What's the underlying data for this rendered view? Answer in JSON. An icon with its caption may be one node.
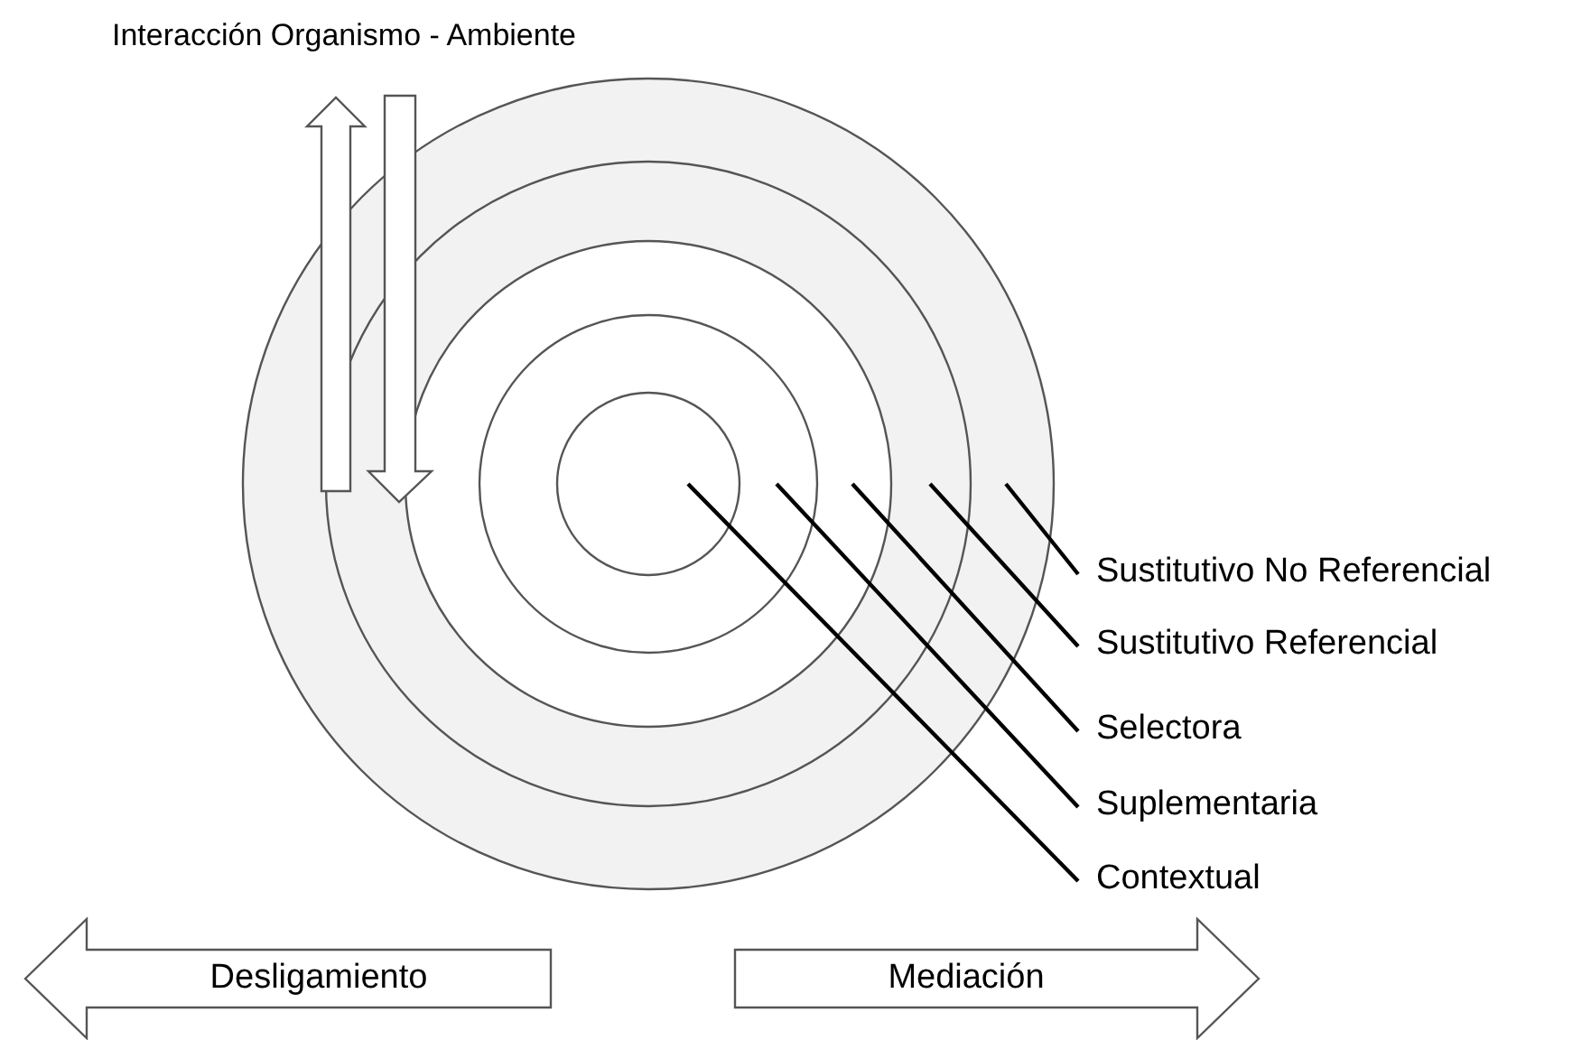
{
  "diagram": {
    "title": "Interacción Organismo - Ambiente",
    "nodes": [
      {
        "text": [],
        "shape": "circle"
      },
      {
        "text": [],
        "shape": "circle",
        "in": 0
      },
      {
        "text": [],
        "shape": "circle",
        "in": 1
      },
      {
        "text": [],
        "shape": "circle",
        "in": 2
      },
      {
        "text": [],
        "shape": "circle",
        "in": 3
      },
      {
        "text": [
          "Sustitutivo No Referencial"
        ]
      },
      {
        "text": [
          "Sustitutivo Referencial"
        ]
      },
      {
        "text": [
          "Selectora"
        ]
      },
      {
        "text": [
          "Suplementaria"
        ]
      },
      {
        "text": [
          "Contextual"
        ]
      },
      {
        "text": [
          "Desligamiento"
        ]
      },
      {
        "text": [
          "Mediación"
        ]
      }
    ],
    "edges": [
      {
        "from": 5,
        "to": 0,
        "arrow": "none"
      },
      {
        "from": 6,
        "to": 1,
        "arrow": "none"
      },
      {
        "from": 7,
        "to": 2,
        "arrow": "none"
      },
      {
        "from": 8,
        "to": 3,
        "arrow": "none"
      },
      {
        "from": 9,
        "to": 4,
        "arrow": "none"
      }
    ]
  }
}
